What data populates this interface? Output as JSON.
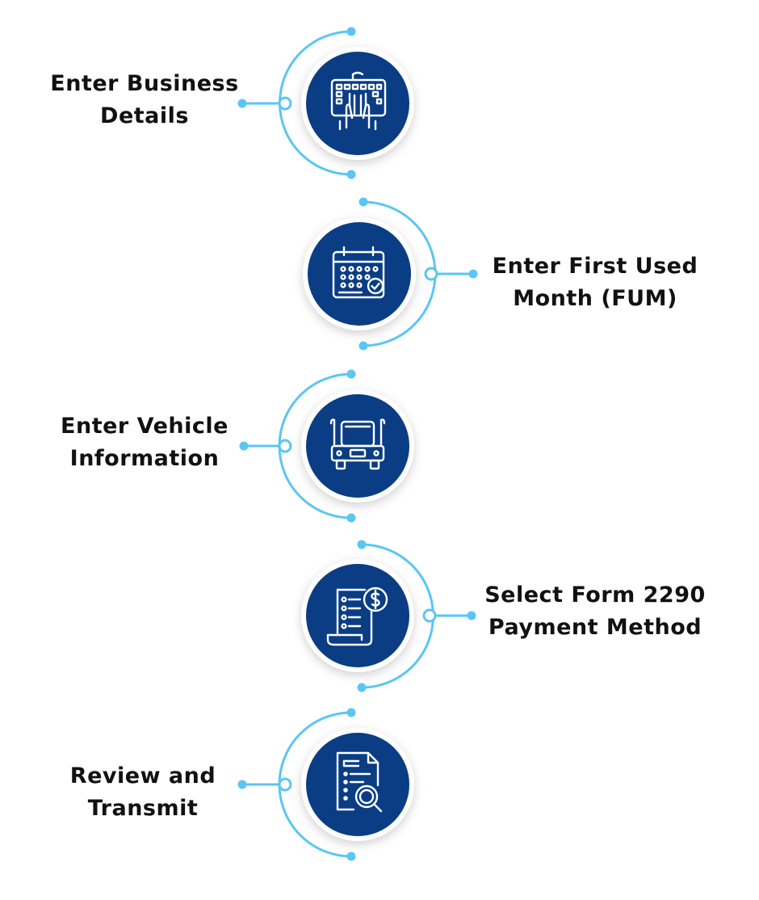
{
  "colors": {
    "circle_fill": "#0a3d84",
    "arc_stroke": "#5bc6f2",
    "dot_fill": "#5bc6f2",
    "icon_stroke": "#ffffff",
    "text": "#111111"
  },
  "steps": [
    {
      "line1": "Enter Business",
      "line2": "Details",
      "icon": "keyboard-hands-icon"
    },
    {
      "line1": "Enter First Used",
      "line2": "Month (FUM)",
      "icon": "calendar-check-icon"
    },
    {
      "line1": "Enter Vehicle",
      "line2": "Information",
      "icon": "truck-icon"
    },
    {
      "line1": "Select Form 2290",
      "line2": "Payment Method",
      "icon": "receipt-dollar-icon"
    },
    {
      "line1": "Review and",
      "line2": "Transmit",
      "icon": "document-search-icon"
    }
  ]
}
